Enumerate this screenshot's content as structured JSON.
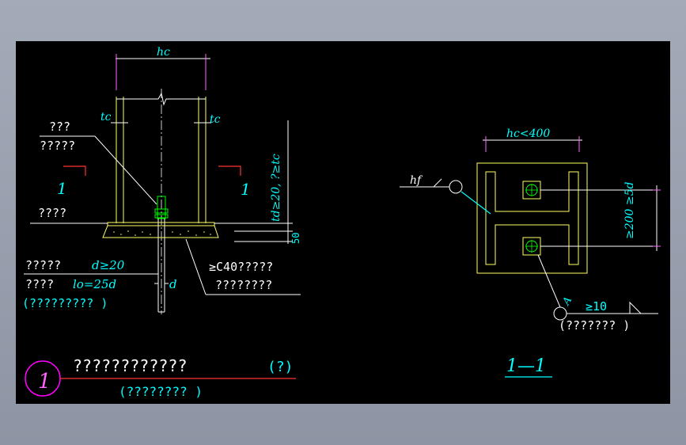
{
  "section_view": {
    "dim_hc": "hc",
    "label_tc_left": "tc",
    "label_tc_right": "tc",
    "label_nut": "???",
    "label_washer": "?????",
    "section_mark_left": "1",
    "section_mark_right": "1",
    "label_ground": "????",
    "dim_td": "td≥20, ?≥tc",
    "dim_50": "50",
    "anchor_note_1": "?????",
    "anchor_note_1_val": "d≥20",
    "anchor_note_2": "????",
    "anchor_note_2_val": "lo=25d",
    "anchor_note_3": "(?????????  )",
    "label_d": "d",
    "grout_note_1": "≥C40?????",
    "grout_note_2": "????????"
  },
  "plan_view": {
    "dim_hc": "hc<400",
    "label_hf": "hf",
    "dim_right": "≥200  ≥5d",
    "weld_label": "A",
    "weld_val": "≥10",
    "weld_note": "(???????  )",
    "section_title": "1—1"
  },
  "title_block": {
    "number": "1",
    "title": "????????????",
    "title_suffix": "(?)",
    "subtitle": "(????????  )"
  },
  "colors": {
    "background": "#000000",
    "white": "#ffffff",
    "cyan": "#00ffff",
    "yellow": "#ffff66",
    "green": "#00ff00",
    "magenta": "#ff00ff",
    "red": "#ff0000"
  }
}
